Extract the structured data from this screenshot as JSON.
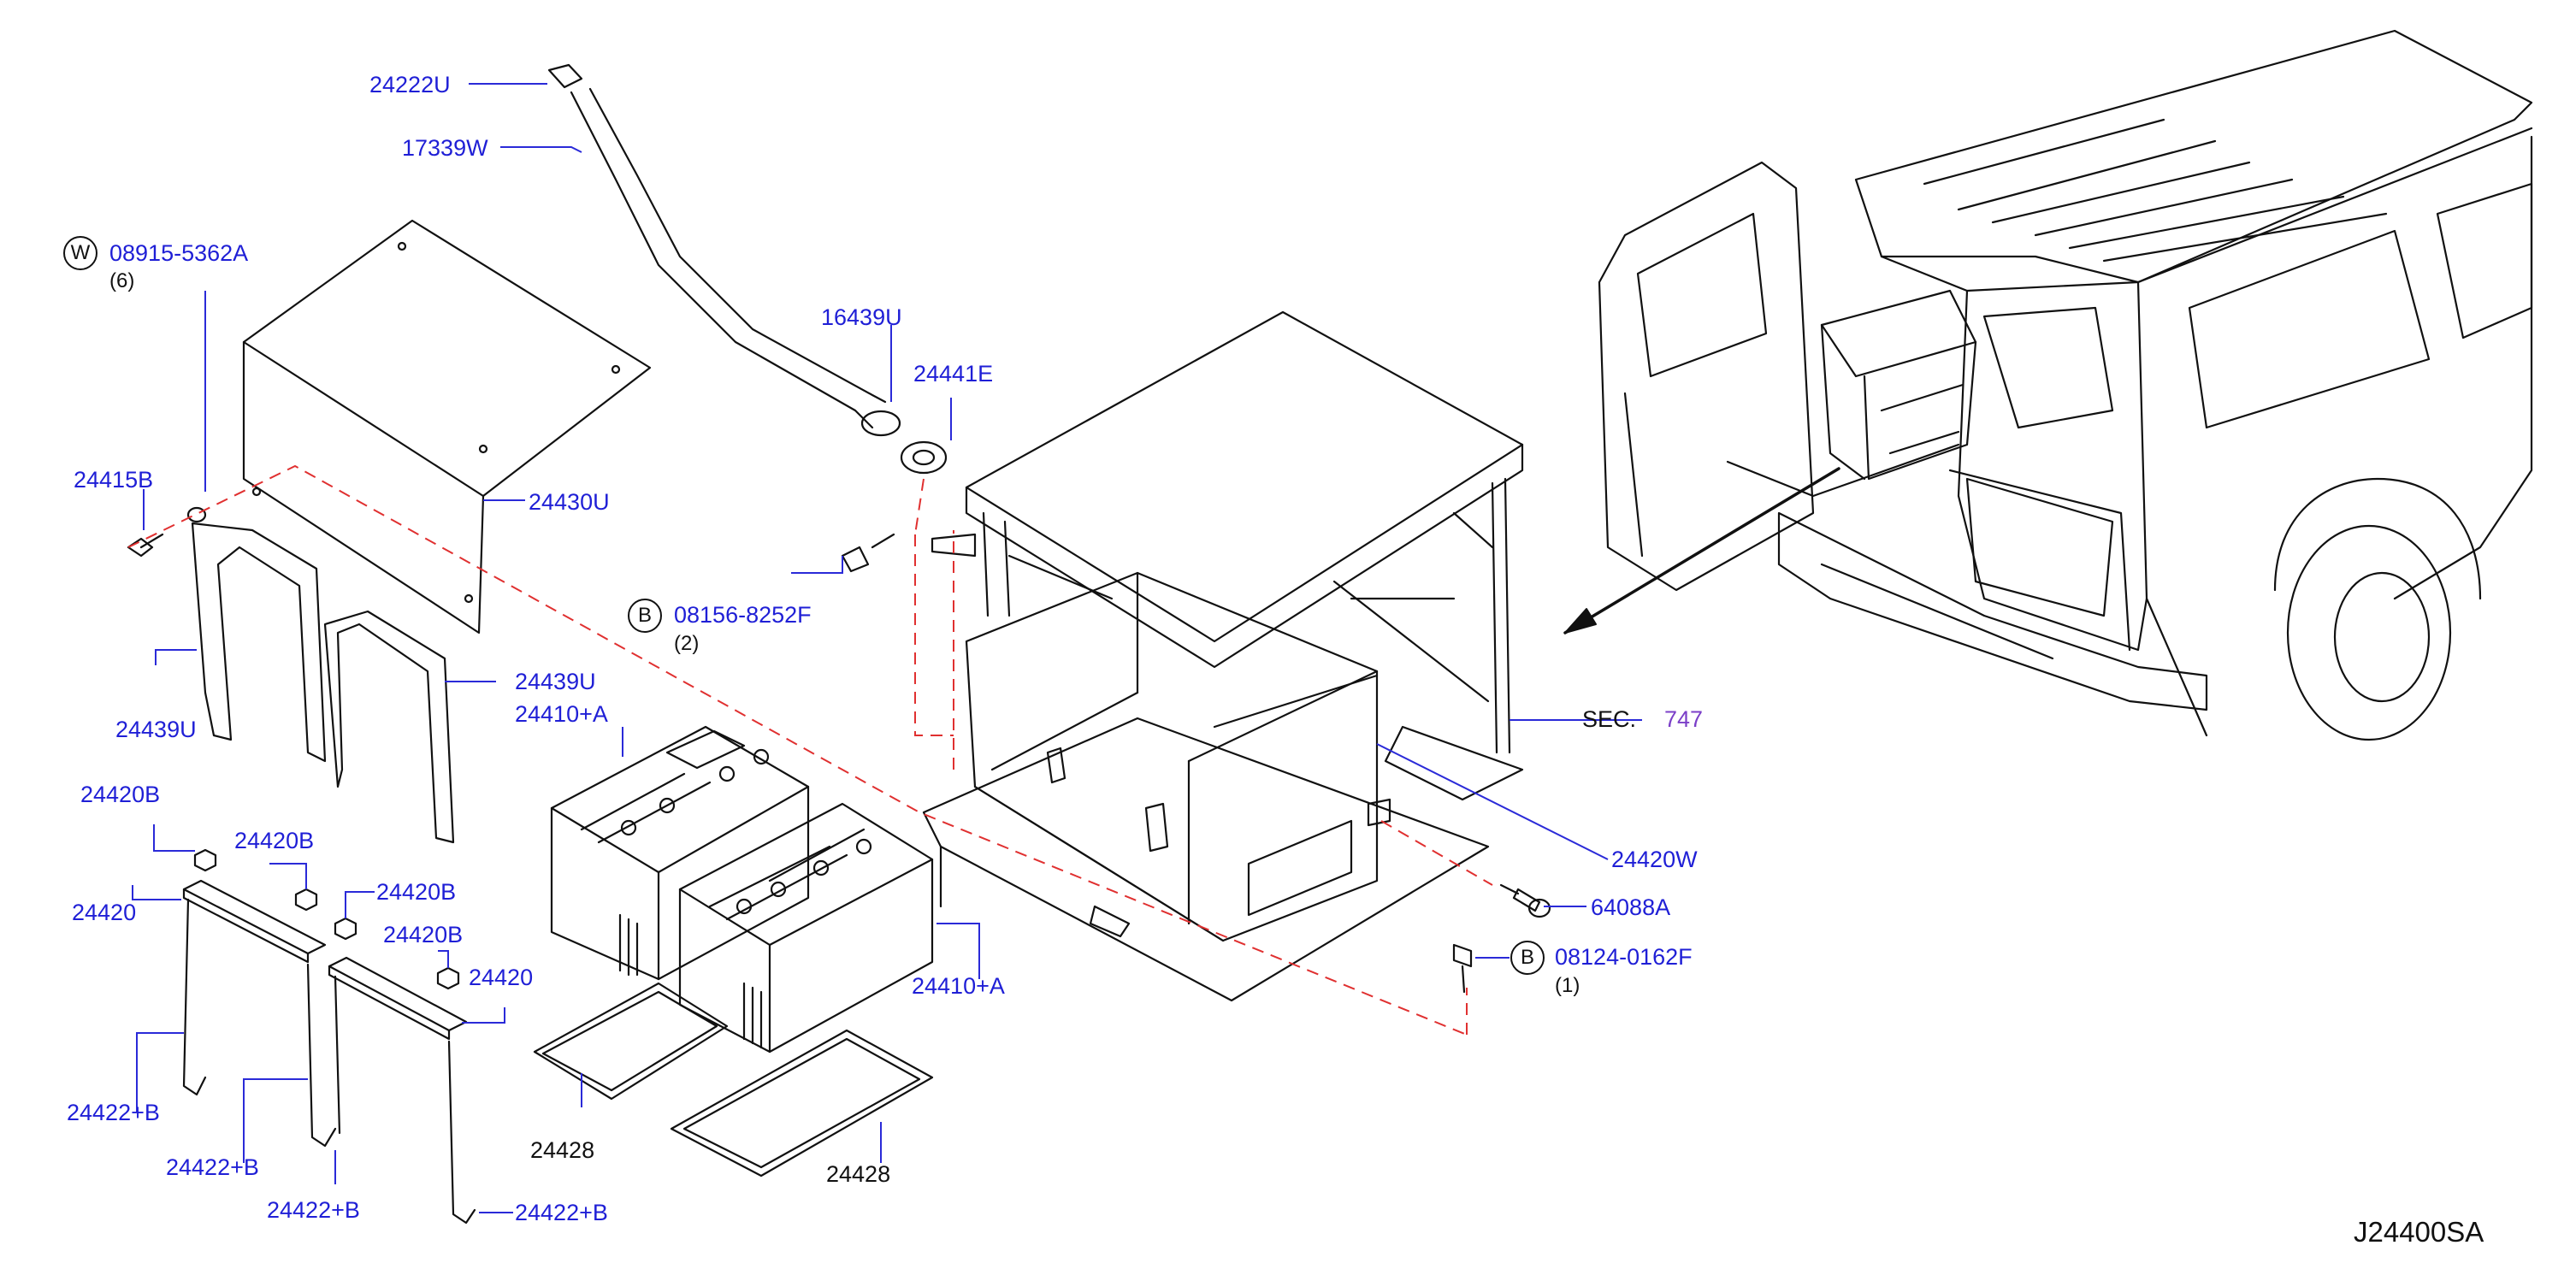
{
  "diagram": {
    "drawing_code": "J24400SA",
    "symbol_W": "W",
    "symbol_B": "B",
    "parts": {
      "p24222U": "24222U",
      "p17339W": "17339W",
      "p08915": "08915-5362A",
      "q6": "(6)",
      "p16439U": "16439U",
      "p24441E": "24441E",
      "p24415B": "24415B",
      "p24430U": "24430U",
      "p08156": "08156-8252F",
      "q2": "(2)",
      "p24439U_a": "24439U",
      "p24439U_b": "24439U",
      "p24410A_a": "24410+A",
      "p24410A_b": "24410+A",
      "sec_prefix": "SEC.",
      "sec_number": "747",
      "p24420W": "24420W",
      "p64088A": "64088A",
      "p08124": "08124-0162F",
      "q1": "(1)",
      "p24420B_1": "24420B",
      "p24420B_2": "24420B",
      "p24420B_3": "24420B",
      "p24420B_4": "24420B",
      "p24420_a": "24420",
      "p24420_b": "24420",
      "p24422B_1": "24422+B",
      "p24422B_2": "24422+B",
      "p24422B_3": "24422+B",
      "p24422B_4": "24422+B",
      "p24428_a": "24428",
      "p24428_b": "24428"
    }
  },
  "colors": {
    "label": "#1f1fd6",
    "leader": "#2a2ad8",
    "drawing": "#111111",
    "phantom": "#e03030",
    "section": "#7b3fc8"
  }
}
